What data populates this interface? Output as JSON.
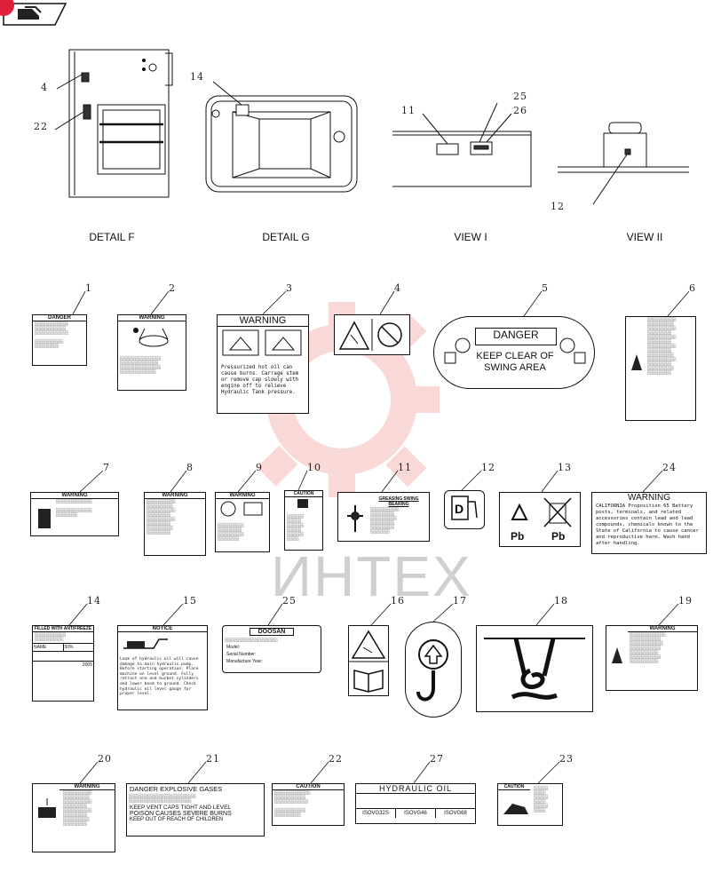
{
  "views": {
    "detail_f": "DETAIL F",
    "detail_g": "DETAIL G",
    "view_i": "VIEW I",
    "view_ii": "VIEW II"
  },
  "view_callouts": {
    "f1": "4",
    "f2": "22",
    "g1": "14",
    "i1": "11",
    "i2": "25",
    "i3": "26",
    "ii1": "12"
  },
  "decals": {
    "d1": {
      "num": "1",
      "title": "DANGER"
    },
    "d2": {
      "num": "2",
      "title": "WARNING"
    },
    "d3": {
      "num": "3",
      "title": "WARNING",
      "body": "Pressurized hot oil can cause burns. Carrage stem or remove cap slowly with engine off to relieve Hydraulic Tank pressure."
    },
    "d4": {
      "num": "4"
    },
    "d5": {
      "num": "5",
      "title": "DANGER",
      "body": "KEEP CLEAR OF SWING AREA"
    },
    "d6": {
      "num": "6"
    },
    "d7": {
      "num": "7",
      "title": "WARNING"
    },
    "d8": {
      "num": "8",
      "title": "WARNING"
    },
    "d9": {
      "num": "9",
      "title": "WARNING"
    },
    "d10": {
      "num": "10",
      "title": "CAUTION"
    },
    "d11": {
      "num": "11",
      "title": "GREASING SWING BEARING"
    },
    "d12": {
      "num": "12"
    },
    "d13": {
      "num": "13",
      "pb1": "Pb",
      "pb2": "Pb"
    },
    "d24": {
      "num": "24",
      "title": "WARNING",
      "body": "CALIFORNIA Proposition 65 Battery posts, terminals, and related accessories contain lead and lead compounds, chemicals known to the State of California to cause cancer and reproductive harm. Wash hand after handling."
    },
    "d14": {
      "num": "14",
      "title": "FILLED WITH ANTIFREEZE",
      "name": "NAME",
      "val": "50%",
      "year": "2005"
    },
    "d15": {
      "num": "15",
      "title": "NOTICE",
      "body": "Look of hydraulic oil will cause damage to main hydraulic pump. Before starting operation: Place machine on level ground. Fully retract arm and bucket cylinders and lower boom to ground. Check hydraulic oil level gauge for proper level."
    },
    "d25": {
      "num": "25",
      "title": "DOOSAN",
      "l1": "Model:",
      "l2": "Serial Number:",
      "l3": "Manufacture Year:"
    },
    "d16": {
      "num": "16"
    },
    "d17": {
      "num": "17"
    },
    "d18": {
      "num": "18"
    },
    "d19": {
      "num": "19",
      "title": "WARNING"
    },
    "d20": {
      "num": "20",
      "title": "WARNING"
    },
    "d21": {
      "num": "21",
      "l1": "DANGER EXPLOSIVE GASES",
      "l2": "KEEP VENT CAPS TIGHT AND LEVEL",
      "l3": "POISON CAUSES SEVERE BURNS",
      "l4": "KEEP OUT OF REACH OF CHILDREN"
    },
    "d22": {
      "num": "22",
      "title": "CAUTION"
    },
    "d27": {
      "num": "27",
      "title": "HYDRAULIC OIL",
      "c1": "ISOVG32S",
      "c2": "ISOVG46",
      "c3": "ISOVG68"
    },
    "d23": {
      "num": "23",
      "title": "CAUTION"
    }
  },
  "watermark": "ИНТЕХ",
  "colors": {
    "watermark": "#e03030",
    "ink": "#111111"
  }
}
